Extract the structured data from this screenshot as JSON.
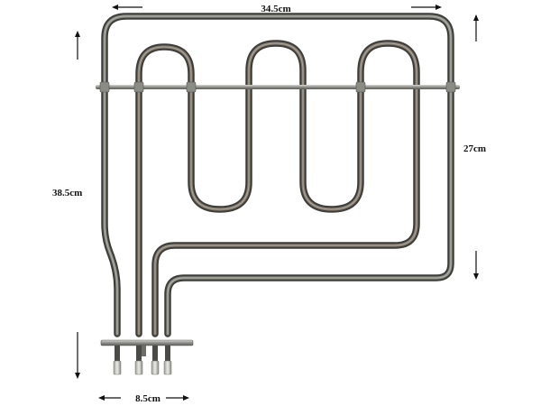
{
  "image": {
    "subject": "heating-element",
    "colors": {
      "background": "#ffffff",
      "tube_dark": "#3d3d3a",
      "tube_mid": "#75756f",
      "tube_highlight": "#b9b8b0",
      "bracket": "#9a9a95",
      "terminal": "#c9c9c4",
      "dimension_text": "#111111"
    }
  },
  "dimensions": {
    "width_label": "34.5cm",
    "height_label": "38.5cm",
    "depth_label": "27cm",
    "terminal_spacing_label": "8.5cm"
  }
}
